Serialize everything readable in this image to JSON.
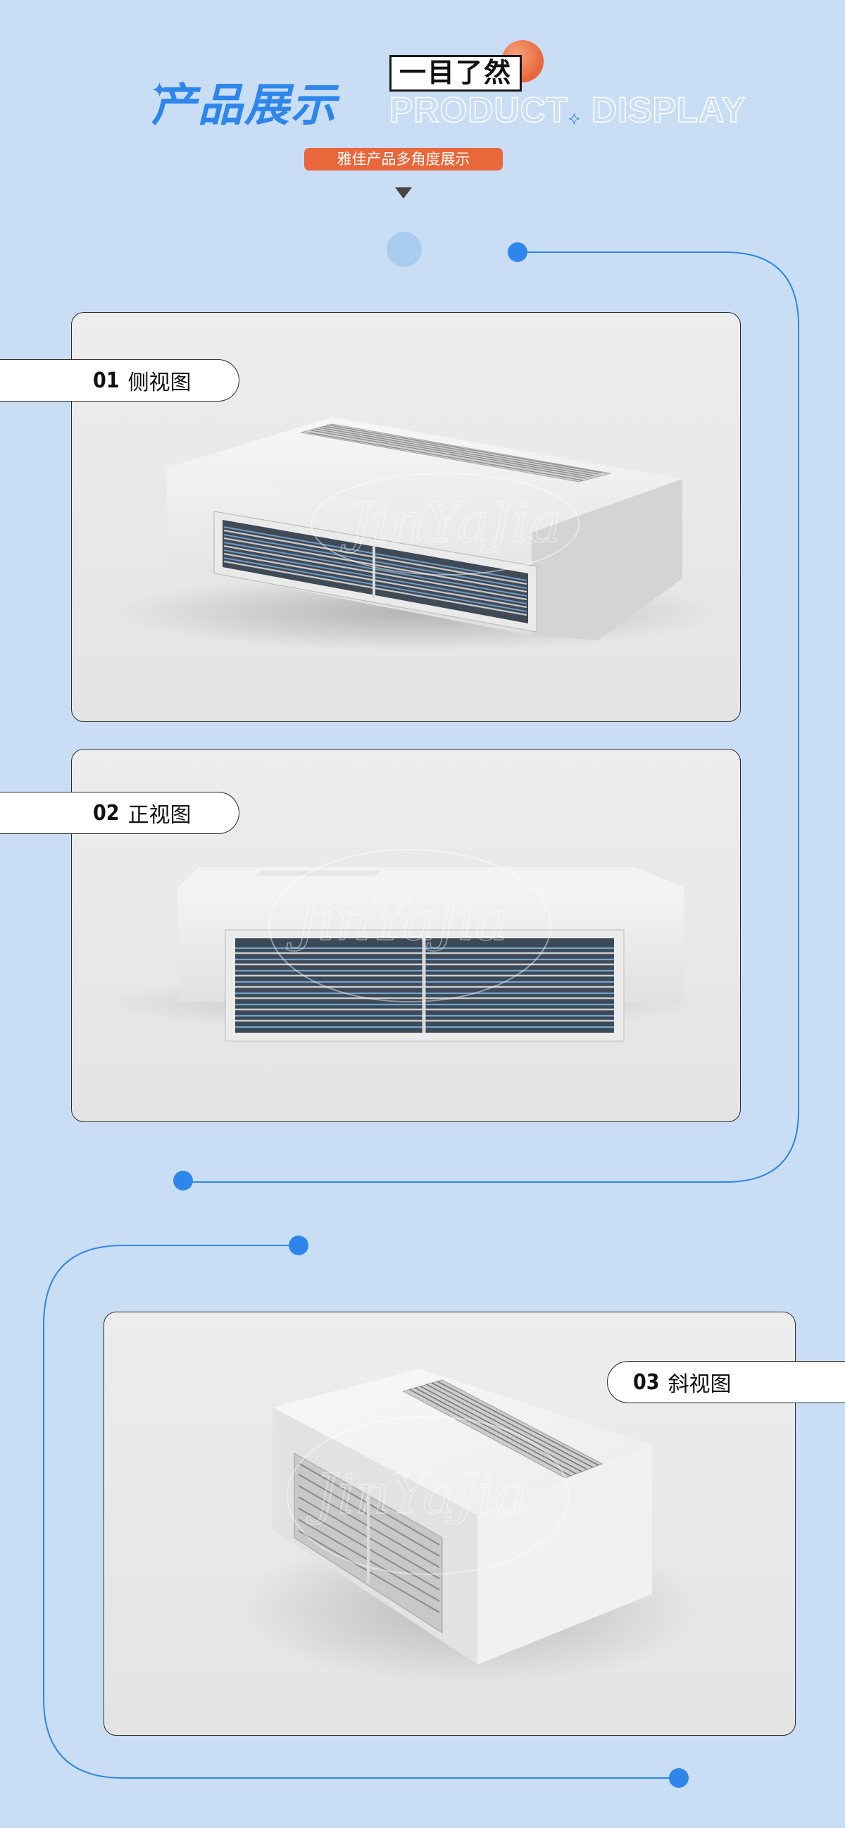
{
  "header": {
    "title_cn": "产品展示",
    "tag": "一目了然",
    "title_en": "PRODUCT DISPLAY",
    "subtitle": "雅佳产品多角度展示"
  },
  "views": [
    {
      "number": "01",
      "name": "侧视图",
      "icon": "side-view-fan-coil-image"
    },
    {
      "number": "02",
      "name": "正视图",
      "icon": "front-view-fan-coil-image"
    },
    {
      "number": "03",
      "name": "斜视图",
      "icon": "oblique-view-fan-coil-image"
    }
  ],
  "colors": {
    "background": "#c9def5",
    "accent_blue": "#2f86ea",
    "accent_orange": "#e9673b",
    "panel": "#e9e9e9"
  }
}
